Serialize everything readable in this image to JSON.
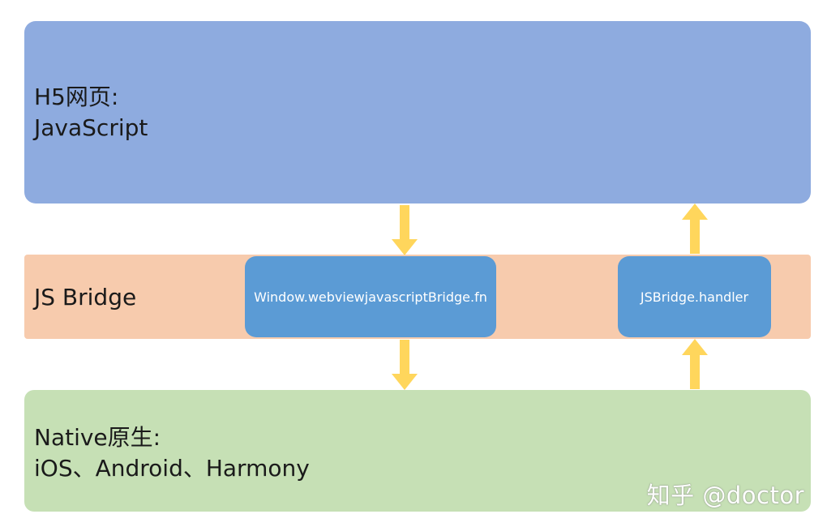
{
  "colors": {
    "h5_layer": "#8eabdf",
    "bridge_layer": "#f7cbad",
    "native_layer": "#c6e0b5",
    "bridge_node": "#5b9bd5",
    "arrow": "#ffd65c"
  },
  "layers": {
    "h5": {
      "line1": "H5网页:",
      "line2": "JavaScript"
    },
    "bridge": {
      "label": "JS Bridge"
    },
    "native": {
      "line1": "Native原生:",
      "line2": "iOS、Android、Harmony"
    }
  },
  "nodes": {
    "fn": "Window.webviewjavascriptBridge.fn",
    "handler": "JSBridge.handler"
  },
  "watermark": "知乎 @doctor"
}
